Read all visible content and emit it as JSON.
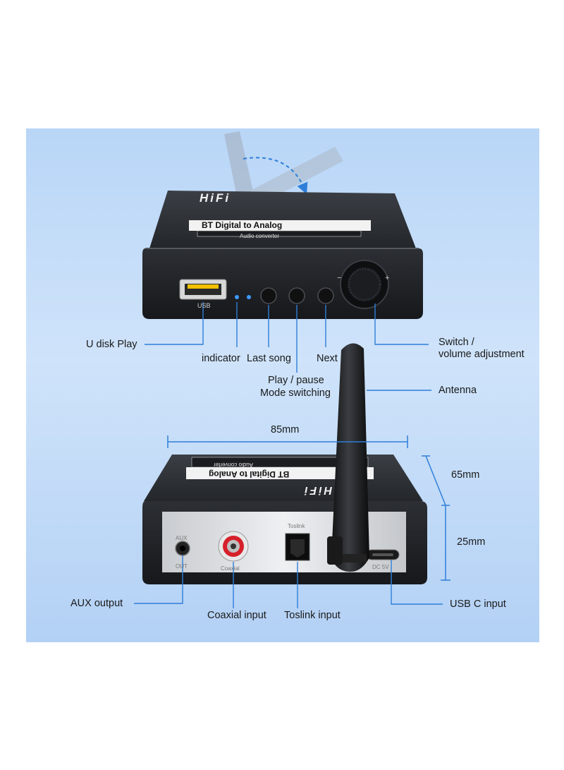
{
  "device": {
    "brand": "HiFi",
    "title": "BT Digital to Analog",
    "subtitle": "Audio converter",
    "usb_port": "USB",
    "aux_port_top": "AUX",
    "aux_port_bottom": "OUT",
    "coaxial_port": "Coaxial",
    "toslink_port": "Toslink",
    "dc_port": "DC 5V",
    "minus": "−",
    "plus": "+"
  },
  "callouts": {
    "u_disk": "U disk Play",
    "indicator": "indicator",
    "last_song": "Last song",
    "next": "Next",
    "switch_line1": "Switch /",
    "switch_line2": "volume adjustment",
    "play_line1": "Play / pause",
    "play_line2": "Mode switching",
    "antenna": "Antenna",
    "aux_output": "AUX output",
    "coaxial_input": "Coaxial input",
    "toslink_input": "Toslink input",
    "usbc_input": "USB C input"
  },
  "dimensions": {
    "width": "85mm",
    "depth": "65mm",
    "height": "25mm"
  },
  "colors": {
    "background_panel": "#c6def8",
    "callout_line": "#2f7fd9",
    "device_body": "#2b2e33",
    "indicator_led": "#3d9bff",
    "rca_ring": "#d6202a"
  }
}
